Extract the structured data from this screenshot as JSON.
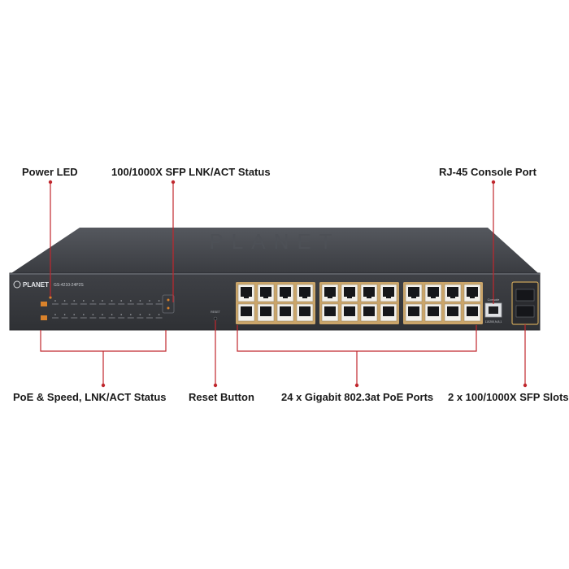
{
  "callouts": {
    "power_led": "Power LED",
    "sfp_status": "100/1000X SFP LNK/ACT Status",
    "console_port": "RJ-45 Console Port",
    "poe_status": "PoE & Speed, LNK/ACT Status",
    "reset_button": "Reset Button",
    "poe_ports": "24 x Gigabit 802.3at PoE Ports",
    "sfp_slots": "2 x 100/1000X SFP Slots"
  },
  "device": {
    "brand": "PLANET",
    "model": "GS-4210-24P2S",
    "console_label": "Console",
    "console_speed": "115200,N,8,1",
    "reset_label": "RESET"
  },
  "colors": {
    "callout_line": "#c0272d",
    "chassis": "#3b3d42",
    "port_accent": "#d9822b"
  }
}
